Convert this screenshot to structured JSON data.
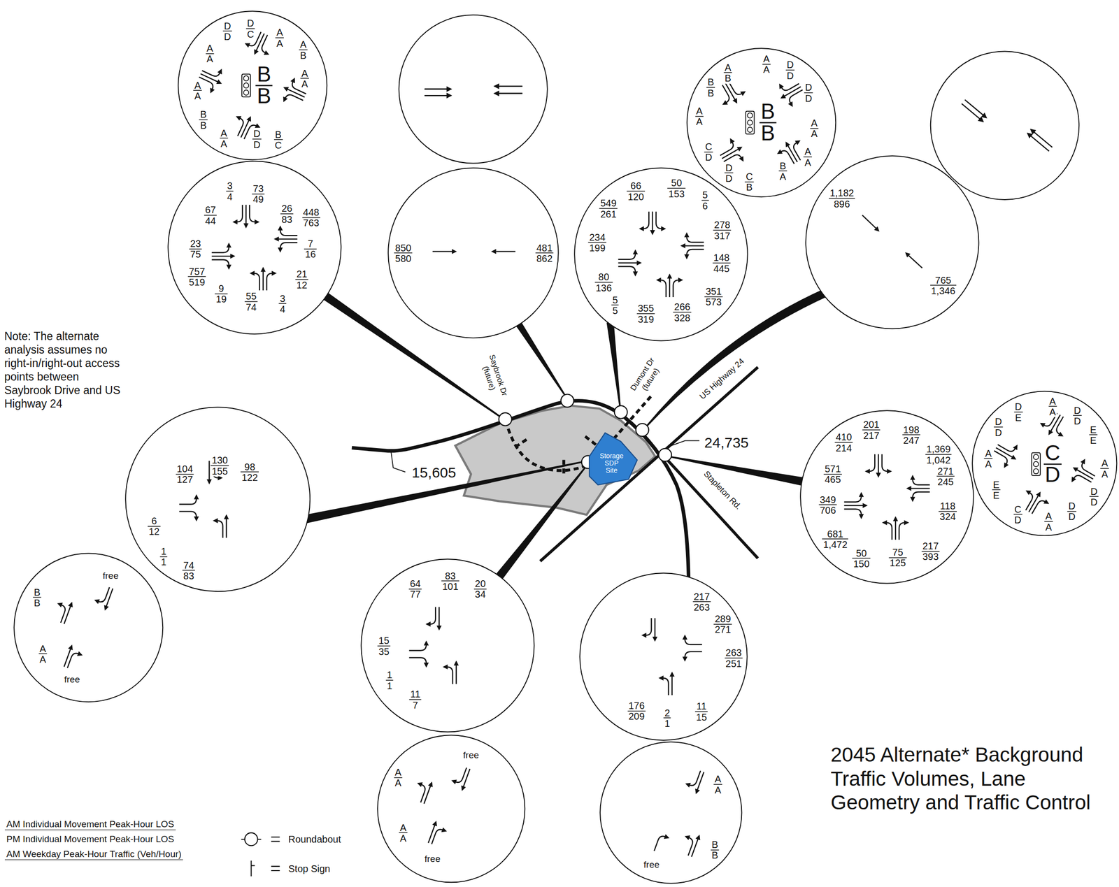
{
  "diagram": {
    "title": "2045 Alternate* Background Traffic Volumes, Lane Geometry and Traffic Control",
    "nodes": [
      {
        "text": [
          "D D",
          "D C",
          "A A",
          "A B",
          "A A",
          "A A",
          "A A",
          "B B",
          "B B",
          "A A",
          "D D",
          "B C"
        ]
      },
      {
        "text": [
          "A A",
          "D D",
          "A B",
          "B B",
          "D D",
          "A A",
          "B B",
          "A A",
          "C D",
          "A A",
          "B A",
          "D D",
          "C B"
        ]
      },
      {
        "text": [
          "3 4",
          "73 49",
          "67 44",
          "26 83",
          "448 763",
          "7 16",
          "23 75",
          "757 519",
          "21 12",
          "9 19",
          "55 74",
          "3 4"
        ]
      },
      {
        "text": [
          "850 580",
          "481 862"
        ]
      },
      {
        "text": [
          "66 120",
          "50 153",
          "5 6",
          "549 261",
          "278 317",
          "234 199",
          "148 445",
          "80 136",
          "351 573",
          "5 5",
          "355 319",
          "266 328"
        ]
      },
      {
        "text": [
          "1,182 896",
          "765 1,346"
        ]
      },
      {
        "text": [
          "104 127",
          "130 155",
          "98 122",
          "6 12",
          "1 1",
          "74 83"
        ]
      },
      {
        "text": [
          "Storage SDP Site"
        ]
      },
      {
        "text": [
          "410 214",
          "201 217",
          "198 247",
          "1,369 1,042",
          "571 465",
          "271 245",
          "118 324",
          "349 706",
          "681 1,472",
          "50 150",
          "75 125",
          "217 393"
        ]
      },
      {
        "text": [
          "A A",
          "D D",
          "D E",
          "D D",
          "E E",
          "A A",
          "C D",
          "A A",
          "E E",
          "D D",
          "D D",
          "C D",
          "A A"
        ]
      },
      {
        "text": [
          "B B",
          "free",
          "A A",
          "free"
        ]
      },
      {
        "text": [
          "64 77",
          "83 101",
          "20 34",
          "15 35",
          "1 1",
          "11 7"
        ]
      },
      {
        "text": [
          "217 263",
          "289 271",
          "263 251",
          "176 209",
          "2 1",
          "11 15"
        ]
      },
      {
        "text": [
          "free",
          "A A",
          "A A",
          "free"
        ]
      },
      {
        "text": [
          "A A",
          "B B",
          "free"
        ]
      }
    ],
    "labels": [
      "Note: The alternate analysis assumes no right-in/right-out access points between Saybrook Drive and US Highway 24",
      "Saybrook Dr (future)",
      "Dumont Dr (future)",
      "US Highway 24",
      "24,735",
      "15,605",
      "Stapleton Rd.",
      "AM Individual Movement Peak-Hour LOS",
      "PM Individual Movement Peak-Hour LOS",
      "AM Weekday Peak-Hour Traffic (Veh/Hour)"
    ],
    "legend": [
      {
        "text": "Roundabout"
      },
      {
        "text": "Stop Sign"
      }
    ]
  }
}
